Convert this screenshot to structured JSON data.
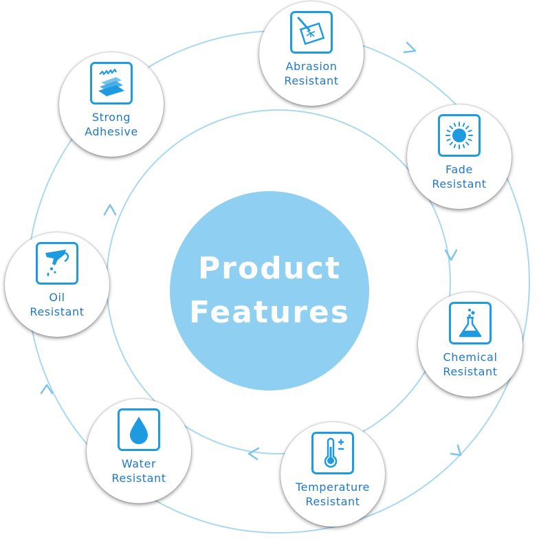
{
  "title": {
    "line1": "Product",
    "line2": "Features"
  },
  "colors": {
    "accent": "#1e9be0",
    "center_fill": "#8fd0f2",
    "ring": "#a8d8f0",
    "label": "#1f78c8"
  },
  "features": [
    {
      "line1": "Abrasion",
      "line2": "Resistant",
      "icon": "abrasion-icon"
    },
    {
      "line1": "Fade",
      "line2": "Resistant",
      "icon": "sun-icon"
    },
    {
      "line1": "Chemical",
      "line2": "Resistant",
      "icon": "flask-icon"
    },
    {
      "line1": "Temperature",
      "line2": "Resistant",
      "icon": "thermometer-icon"
    },
    {
      "line1": "Water",
      "line2": "Resistant",
      "icon": "water-drop-icon"
    },
    {
      "line1": "Oil",
      "line2": "Resistant",
      "icon": "oil-funnel-icon"
    },
    {
      "line1": "Strong",
      "line2": "Adhesive",
      "icon": "adhesive-layers-icon"
    }
  ]
}
